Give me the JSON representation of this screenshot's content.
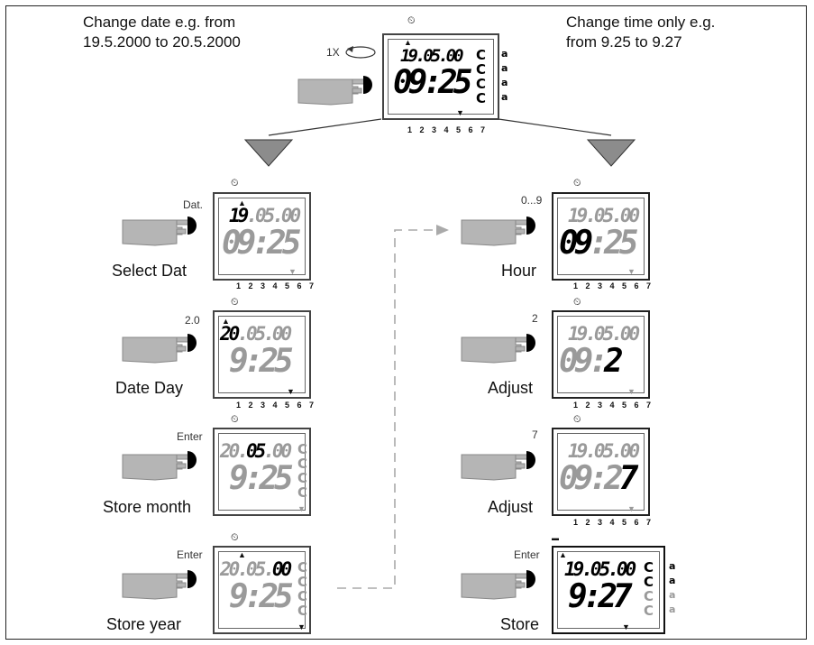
{
  "captions": {
    "left": "Change date e.g. from\n19.5.2000 to 20.5.2000",
    "right": "Change time only e.g.\nfrom 9.25 to 9.27"
  },
  "top_display": {
    "press_hint": "1X",
    "date": "19.05.00",
    "time": "09:25",
    "weekdays": "1 2 3 4 5 6 7"
  },
  "left_steps": [
    {
      "label": "Select Dat",
      "button_text": "Dat.",
      "date_hl": "19",
      "date_rest": ".05.00",
      "time": "09:25"
    },
    {
      "label": "Date  Day",
      "button_text": "2.0",
      "date_hl": "20",
      "date_rest": ".05.00",
      "time": "9:25"
    },
    {
      "label": "Store  month",
      "button_text": "Enter",
      "date_pre": "20.",
      "date_hl": "05",
      "date_post": ".00",
      "time": "9:25"
    },
    {
      "label": "Store  year",
      "button_text": "Enter",
      "date_pre": "20.05.",
      "date_hl": "00",
      "time": "9:25"
    }
  ],
  "right_steps": [
    {
      "label": "Hour",
      "button_text": "0...9",
      "date": "19.05.00",
      "time_hl": "09",
      "time_rest": ":25"
    },
    {
      "label": "Adjust",
      "button_text": "2",
      "date": "19.05.00",
      "time_rest": "09:",
      "time_hl": "2"
    },
    {
      "label": "Adjust",
      "button_text": "7",
      "date": "19.05.00",
      "time_rest": "09:2",
      "time_hl": "7"
    },
    {
      "label": "Store",
      "button_text": "Enter",
      "date": "19.05.00",
      "time": "9:27"
    }
  ],
  "icons": {
    "hand": "pointing-hand-icon",
    "clock": "clock-icon",
    "rotate": "rotate-arrow-icon"
  },
  "colors": {
    "active": "#000000",
    "inactive": "#9a9a9a",
    "hand": "#b5b5b5"
  }
}
